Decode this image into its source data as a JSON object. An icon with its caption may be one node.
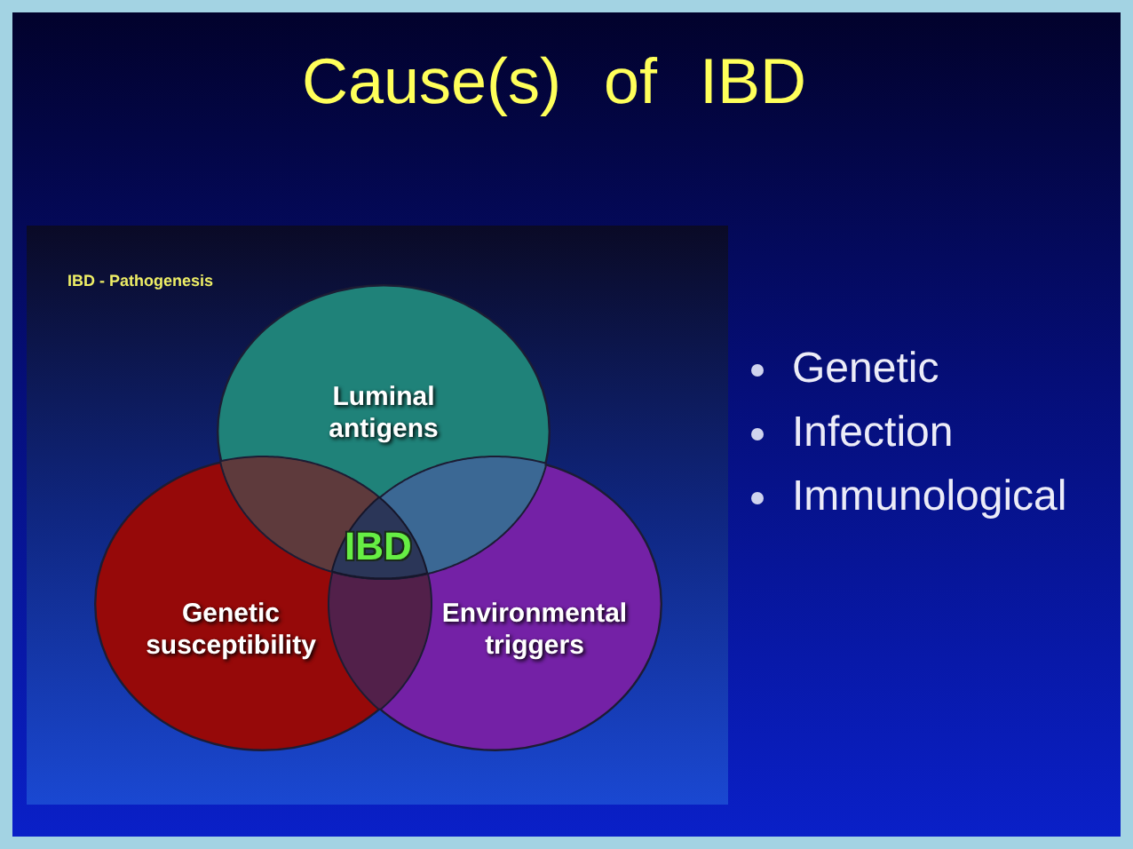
{
  "diagram": {
    "title": "Cause(s) of IBD",
    "nodes": [
      {
        "text": [
          "IBD - Pathogenesis"
        ]
      },
      {
        "text": [
          "Luminal antigens"
        ],
        "in": 0
      },
      {
        "text": [
          "Genetic susceptibility"
        ],
        "in": 0
      },
      {
        "text": [
          "Environmental triggers"
        ],
        "in": 0
      },
      {
        "text": [
          "IBD"
        ]
      }
    ],
    "labels": [
      "Genetic",
      "Infection",
      "Immunological"
    ]
  }
}
